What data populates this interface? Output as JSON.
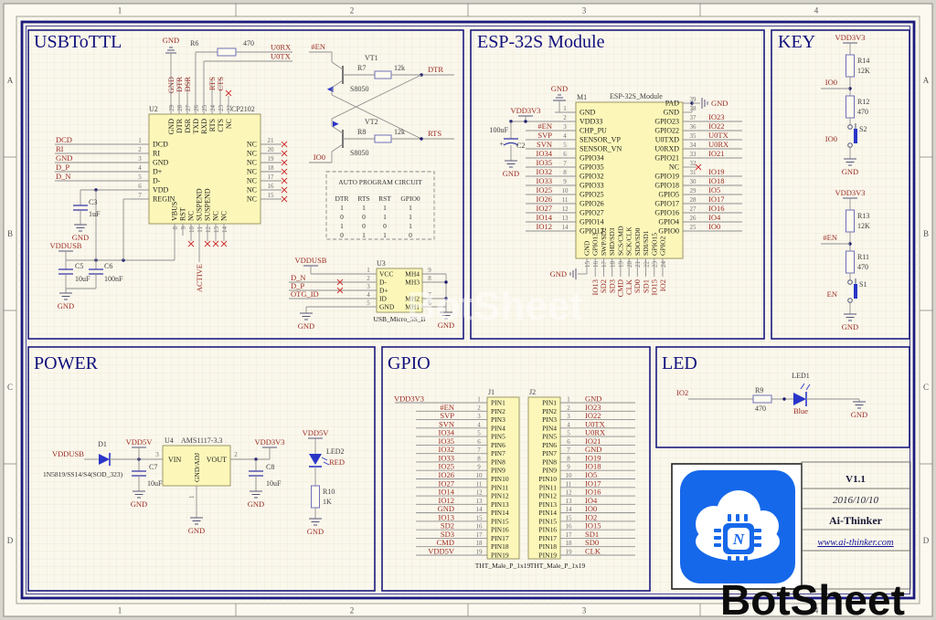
{
  "sheet": {
    "cols": [
      "1",
      "2",
      "3",
      "4"
    ],
    "rows": [
      "A",
      "B",
      "C",
      "D"
    ],
    "watermark_big": "BotSheet",
    "watermark_center": "BotSheet"
  },
  "sections": {
    "usb": "USBToTTL",
    "esp": "ESP-32S Module",
    "key": "KEY",
    "power": "POWER",
    "gpio": "GPIO",
    "led": "LED"
  },
  "u2": {
    "ref": "U2",
    "part": "CP2102",
    "left": [
      [
        "1",
        "DCD",
        "DCD"
      ],
      [
        "2",
        "RI",
        "RI"
      ],
      [
        "3",
        "GND",
        "GND"
      ],
      [
        "4",
        "D+",
        "D_P"
      ],
      [
        "5",
        "D-",
        "D_N"
      ],
      [
        "6",
        "VDD",
        ""
      ],
      [
        "7",
        "REGIN",
        ""
      ]
    ],
    "right": [
      [
        "21",
        "NC"
      ],
      [
        "20",
        "NC"
      ],
      [
        "19",
        "NC"
      ],
      [
        "18",
        "NC"
      ],
      [
        "17",
        "NC"
      ],
      [
        "16",
        "NC"
      ],
      [
        "15",
        "NC"
      ]
    ],
    "top": [
      [
        "29",
        "GND",
        "GND"
      ],
      [
        "28",
        "DTR",
        "DTR"
      ],
      [
        "27",
        "DSR",
        "DSR"
      ],
      [
        "26",
        "TXD",
        ""
      ],
      [
        "25",
        "RXD",
        ""
      ],
      [
        "24",
        "RTS",
        "RTS"
      ],
      [
        "23",
        "CTS",
        "CTS"
      ],
      [
        "22",
        "NC",
        "x"
      ]
    ],
    "bottom": [
      [
        "8",
        "VBUS",
        ""
      ],
      [
        "9",
        "RST",
        ""
      ],
      [
        "10",
        "NC",
        "x"
      ],
      [
        "11",
        "SUSPEND",
        "ACTIVE"
      ],
      [
        "12",
        "SUSPEND",
        "x"
      ],
      [
        "13",
        "NC",
        "x"
      ],
      [
        "14",
        "NC",
        "x"
      ]
    ],
    "r6": {
      "ref": "R6",
      "value": "470"
    },
    "u0rx": "U0RX",
    "u0tx": "U0TX",
    "gnd": "GND",
    "vddusb": "VDDUSB",
    "c3": {
      "ref": "C3",
      "value": "1uF"
    },
    "c5": {
      "ref": "C5",
      "value": "10uF"
    },
    "c6": {
      "ref": "C6",
      "value": "100nF"
    }
  },
  "vt": {
    "en": "#EN",
    "io0": "IO0",
    "vt1": {
      "ref": "VT1",
      "part": "S8050"
    },
    "vt2": {
      "ref": "VT2",
      "part": "S8050"
    },
    "r7": {
      "ref": "R7",
      "value": "12k"
    },
    "r8": {
      "ref": "R8",
      "value": "12k"
    },
    "dtr": "DTR",
    "rts": "RTS",
    "auto": {
      "title": "AUTO PROGRAM CIRCUIT",
      "headers": [
        "DTR",
        "RTS",
        "RST",
        "GPIO0"
      ],
      "rows": [
        [
          "1",
          "1",
          "1",
          "1"
        ],
        [
          "0",
          "0",
          "1",
          "1"
        ],
        [
          "1",
          "0",
          "0",
          "1"
        ],
        [
          "0",
          "1",
          "1",
          "0"
        ]
      ]
    }
  },
  "u3": {
    "ref": "U3",
    "part": "USB_Micro_5S_B",
    "left": [
      [
        "1",
        "VCC"
      ],
      [
        "2",
        "D-"
      ],
      [
        "3",
        "D+"
      ],
      [
        "4",
        "ID"
      ],
      [
        "5",
        "GND"
      ]
    ],
    "right": [
      [
        "9",
        "MH4"
      ],
      [
        "8",
        "MH3"
      ],
      [
        "7",
        "MH2"
      ],
      [
        "6",
        "MH1"
      ]
    ],
    "nets": [
      "D_N",
      "D_P",
      "OTG_ID"
    ],
    "vddusb": "VDDUSB",
    "gnd": "GND"
  },
  "esp": {
    "ref": "M1",
    "part": "ESP-32S_Module",
    "left": [
      [
        "1",
        "GND",
        ""
      ],
      [
        "2",
        "VDD33",
        ""
      ],
      [
        "3",
        "CHP_PU",
        "#EN"
      ],
      [
        "4",
        "SENSOR_VP",
        "SVP"
      ],
      [
        "5",
        "SENSOR_VN",
        "SVN"
      ],
      [
        "6",
        "GPIO34",
        "IO34"
      ],
      [
        "7",
        "GPIO35",
        "IO35"
      ],
      [
        "8",
        "GPIO32",
        "IO32"
      ],
      [
        "9",
        "GPIO33",
        "IO33"
      ],
      [
        "10",
        "GPIO25",
        "IO25"
      ],
      [
        "11",
        "GPIO26",
        "IO26"
      ],
      [
        "12",
        "GPIO27",
        "IO27"
      ],
      [
        "13",
        "GPIO14",
        "IO14"
      ],
      [
        "14",
        "GPIO12",
        "IO12"
      ]
    ],
    "right": [
      [
        "39",
        "PAD",
        ""
      ],
      [
        "38",
        "GND",
        ""
      ],
      [
        "37",
        "GPIO23",
        "IO23"
      ],
      [
        "36",
        "GPIO22",
        "IO22"
      ],
      [
        "35",
        "U0TXD",
        "U0TX"
      ],
      [
        "34",
        "U0RXD",
        "U0RX"
      ],
      [
        "33",
        "GPIO21",
        "IO21"
      ],
      [
        "32",
        "NC",
        "x"
      ],
      [
        "31",
        "GPIO19",
        "IO19"
      ],
      [
        "30",
        "GPIO18",
        "IO18"
      ],
      [
        "29",
        "GPIO5",
        "IO5"
      ],
      [
        "28",
        "GPIO17",
        "IO17"
      ],
      [
        "27",
        "GPIO16",
        "IO16"
      ],
      [
        "26",
        "GPIO4",
        "IO4"
      ],
      [
        "25",
        "GPIO0",
        "IO0"
      ]
    ],
    "bottom": [
      [
        "15",
        "GND",
        ""
      ],
      [
        "16",
        "GPIO13",
        "IO13"
      ],
      [
        "17",
        "SWP/SD2",
        "SD2"
      ],
      [
        "18",
        "SHD/SD3",
        "SD3"
      ],
      [
        "19",
        "SCS/CMD",
        "CMD"
      ],
      [
        "20",
        "SCK/CLK",
        "CLK"
      ],
      [
        "21",
        "SDO/SD0",
        "SD0"
      ],
      [
        "22",
        "SDI/SD1",
        "SD1"
      ],
      [
        "23",
        "GPIO15",
        "IO15"
      ],
      [
        "24",
        "GPIO2",
        "IO2"
      ]
    ],
    "vdd": "VDD3V3",
    "gnd": "GND",
    "c2": {
      "ref": "C2",
      "value": "100uF",
      "plus": "+"
    }
  },
  "key": {
    "circuits": [
      {
        "vdd": "VDD3V3",
        "r_top": {
          "ref": "R14",
          "value": "12K"
        },
        "net": "IO0",
        "r_bot": {
          "ref": "R12",
          "value": "470"
        },
        "sw": "S2",
        "sw_net": "IO0",
        "gnd": "GND"
      },
      {
        "vdd": "VDD3V3",
        "r_top": {
          "ref": "R13",
          "value": "12K"
        },
        "net": "#EN",
        "r_bot": {
          "ref": "R11",
          "value": "470"
        },
        "sw": "S1",
        "sw_net": "EN",
        "gnd": "GND"
      }
    ]
  },
  "power": {
    "vddusb": "VDDUSB",
    "d1": {
      "ref": "D1",
      "part": "1N5819/SS14/S4(SOD_323)"
    },
    "vdd5v": "VDD5V",
    "c7": {
      "ref": "C7",
      "value": "10uF"
    },
    "u4": {
      "ref": "U4",
      "part": "AMS1117-3.3",
      "vin": "VIN",
      "vout": "VOUT",
      "gnd_adj": "GND/ADJ",
      "p1": "1",
      "p2": "2",
      "p3": "3"
    },
    "vdd3v3": "VDD3V3",
    "c8": {
      "ref": "C8",
      "value": "10uF"
    },
    "led2": {
      "ref": "LED2",
      "color": "RED"
    },
    "r10": {
      "ref": "R10",
      "value": "1K"
    },
    "gnd": "GND"
  },
  "gpio": {
    "j1": {
      "ref": "J1",
      "part": "THT_Male_P_1x19",
      "pins": [
        "PIN1",
        "PIN2",
        "PIN3",
        "PIN4",
        "PIN5",
        "PIN6",
        "PIN7",
        "PIN8",
        "PIN9",
        "PIN10",
        "PIN11",
        "PIN12",
        "PIN13",
        "PIN14",
        "PIN15",
        "PIN16",
        "PIN17",
        "PIN18",
        "PIN19"
      ],
      "nets": [
        "VDD3V3",
        "#EN",
        "SVP",
        "SVN",
        "IO34",
        "IO35",
        "IO32",
        "IO33",
        "IO25",
        "IO26",
        "IO27",
        "IO14",
        "IO12",
        "GND",
        "IO13",
        "SD2",
        "SD3",
        "CMD",
        "VDD5V"
      ]
    },
    "j2": {
      "ref": "J2",
      "part": "THT_Male_P_1x19",
      "pins": [
        "PIN1",
        "PIN2",
        "PIN3",
        "PIN4",
        "PIN5",
        "PIN6",
        "PIN7",
        "PIN8",
        "PIN9",
        "PIN10",
        "PIN11",
        "PIN12",
        "PIN13",
        "PIN14",
        "PIN15",
        "PIN16",
        "PIN17",
        "PIN18",
        "PIN19"
      ],
      "nets": [
        "GND",
        "IO23",
        "IO22",
        "U0TX",
        "U0RX",
        "IO21",
        "GND",
        "IO19",
        "IO18",
        "IO5",
        "IO17",
        "IO16",
        "IO4",
        "IO0",
        "IO2",
        "IO15",
        "SD1",
        "SD0",
        "CLK"
      ]
    }
  },
  "led": {
    "net": "IO2",
    "r9": {
      "ref": "R9",
      "value": "470"
    },
    "led1": {
      "ref": "LED1",
      "color": "Blue"
    },
    "gnd": "GND"
  },
  "title_block": {
    "version": "V1.1",
    "date": "2016/10/10",
    "company": "Ai-Thinker",
    "website": "www.ai-thinker.com",
    "logo_letter": "N"
  }
}
